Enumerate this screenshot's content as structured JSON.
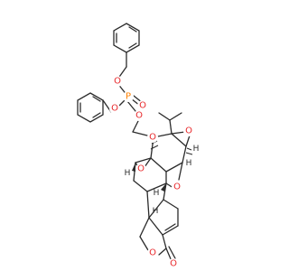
{
  "molecule": {
    "atom_colors": {
      "O": "#e8282b",
      "P": "#ff8000",
      "H": "#2b2b2b"
    },
    "labels": {
      "o_phos_left": "O",
      "o_phos_right": "O",
      "p": "P",
      "o_double": "O",
      "o_phos_bottom": "O",
      "o_ether": "O",
      "o_epox_top": "O",
      "o_epox_left": "O",
      "o_epox_right": "O",
      "o_lactone": "O",
      "o_carbonyl": "O",
      "h_1": "H",
      "h_2": "H",
      "h_3": "H",
      "h_4": "H",
      "h_5": "H"
    }
  }
}
